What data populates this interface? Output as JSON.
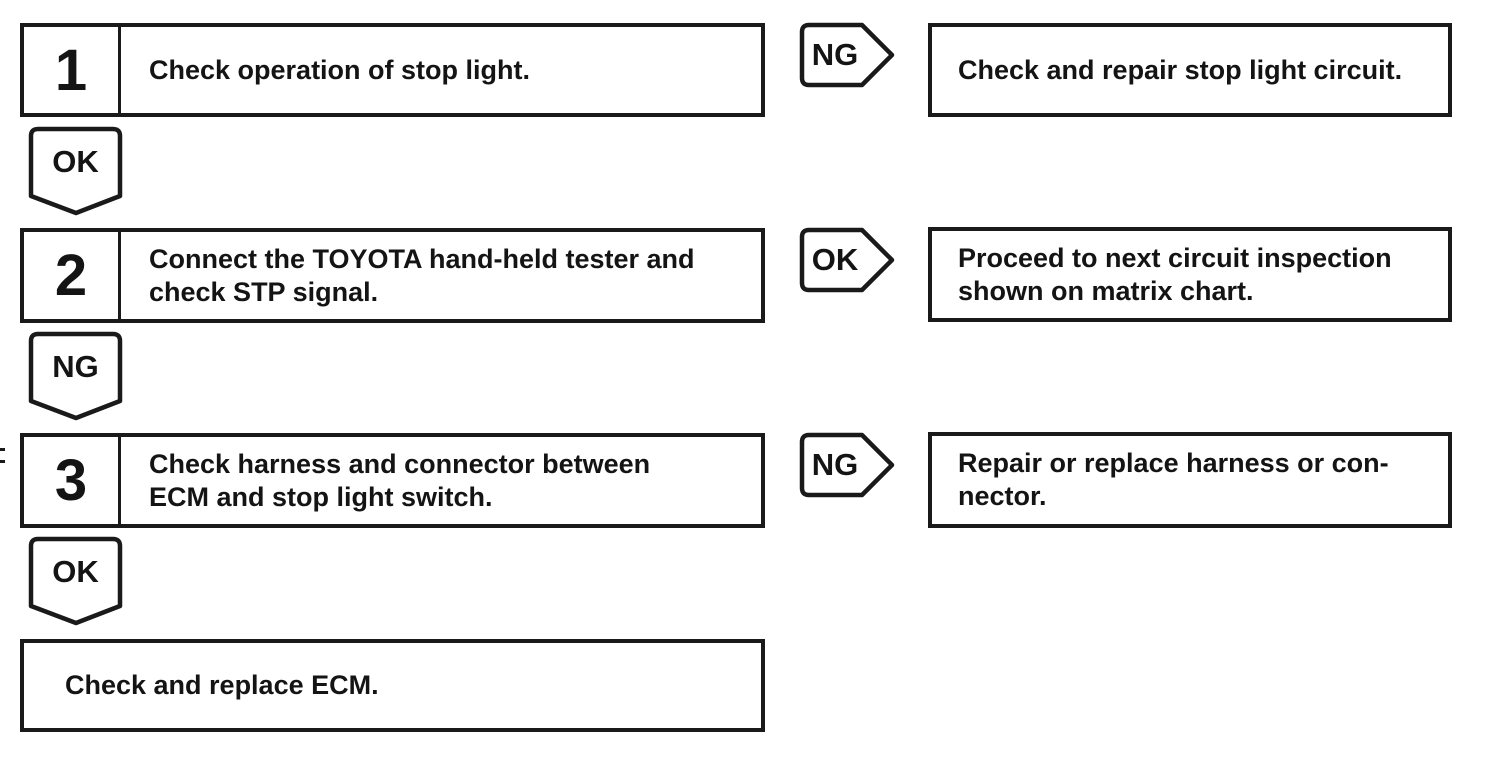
{
  "flowchart": {
    "rows": [
      {
        "step_number": "1",
        "step_lines": [
          "Check operation of stop light."
        ],
        "branch_label": "NG",
        "result_lines": [
          "Check and repair stop light circuit."
        ],
        "down_label": "OK"
      },
      {
        "step_number": "2",
        "step_lines": [
          "Connect the TOYOTA hand-held tester and",
          "check STP signal."
        ],
        "branch_label": "OK",
        "result_lines": [
          "Proceed to next circuit inspection",
          "shown on matrix chart."
        ],
        "down_label": "NG"
      },
      {
        "step_number": "3",
        "step_lines": [
          "Check harness and connector between",
          "ECM and stop light switch."
        ],
        "branch_label": "NG",
        "result_lines": [
          "Repair or replace harness or con-",
          "nector."
        ],
        "down_label": "OK"
      }
    ],
    "terminal_lines": [
      "Check and replace ECM."
    ]
  },
  "colors": {
    "ink": "#1a1a1a",
    "background": "#ffffff"
  }
}
